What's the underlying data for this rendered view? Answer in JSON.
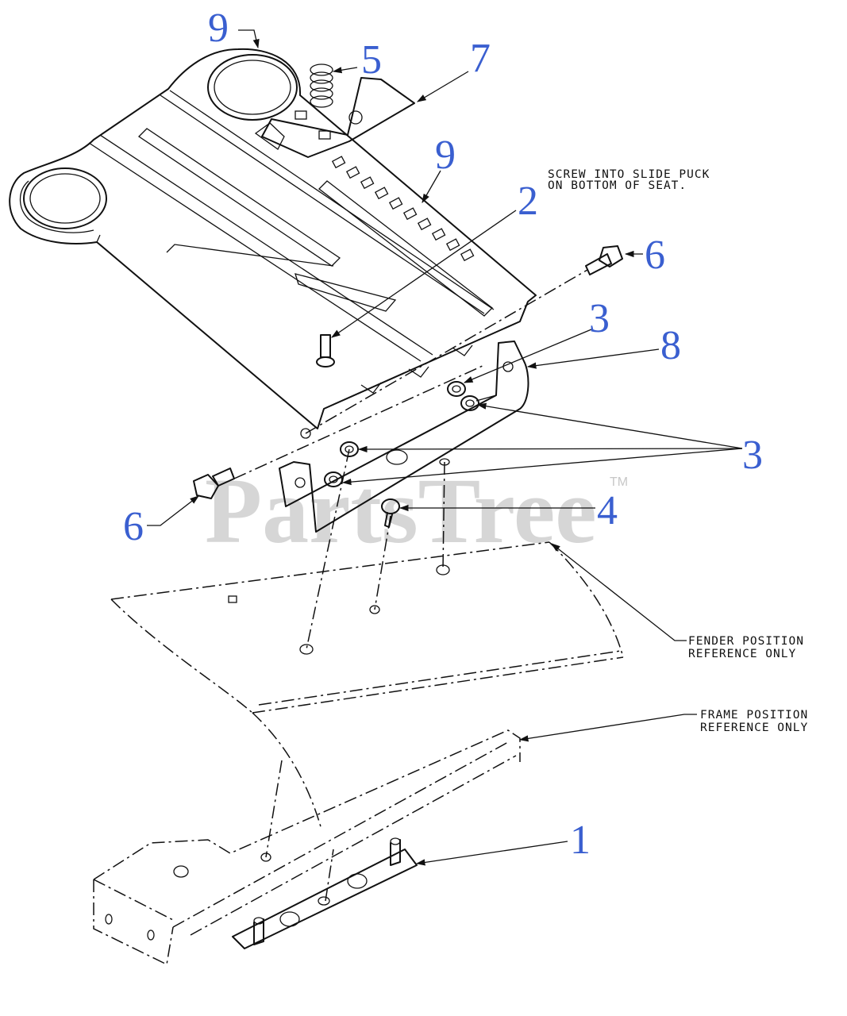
{
  "diagram": {
    "watermark": "PartsTree",
    "watermark_tm": "TM",
    "notes": {
      "screw": [
        "SCREW INTO SLIDE PUCK",
        "ON BOTTOM OF SEAT."
      ],
      "fender": [
        "FENDER POSITION",
        "REFERENCE ONLY"
      ],
      "frame": [
        "FRAME POSITION",
        "REFERENCE ONLY"
      ]
    },
    "callouts": {
      "c9_top": "9",
      "c5": "5",
      "c7": "7",
      "c9_mid": "9",
      "c2": "2",
      "c6_right": "6",
      "c3_upper": "3",
      "c8": "8",
      "c3_group": "3",
      "c6_left": "6",
      "c4": "4",
      "c1": "1"
    },
    "colors": {
      "callout": "#3a5fd0",
      "line": "#111111",
      "watermark": "#c8c8c8"
    }
  }
}
